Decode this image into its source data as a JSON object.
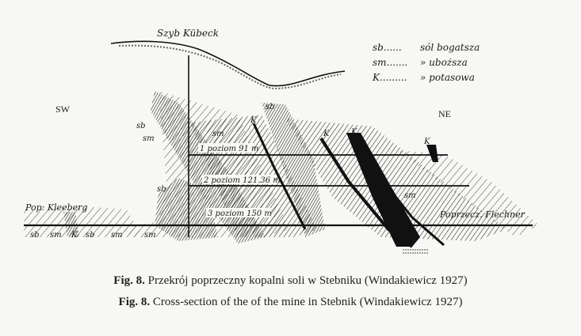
{
  "figure": {
    "shaft_label": "Szyb Kübeck",
    "legend": [
      {
        "code": "sb......",
        "meaning": "sól bogatsza"
      },
      {
        "code": "sm.......",
        "meaning": "» uboższa"
      },
      {
        "code": "K.........",
        "meaning": "» potasowa"
      }
    ],
    "direction_left": "SW",
    "direction_right": "NE",
    "levels": [
      "1 poziom 91 m",
      "2 poziom 121.36 m",
      "3 poziom 150 m"
    ],
    "left_crosscut": "Pop: Kleeberg",
    "right_crosscut": "Poprzecz. Flechner",
    "layer_labels": {
      "sb1": "sb",
      "sm1": "sm",
      "sb2": "sb",
      "sm2": "sm",
      "sb3": "sb",
      "sm3": "sm",
      "k1": "K",
      "k2": "K",
      "k3": "K",
      "k4": "K"
    },
    "bottom_labels": [
      "sb",
      "sm",
      "K",
      "sb",
      "sm",
      "sm"
    ]
  },
  "captions": {
    "pl_prefix": "Fig. 8.",
    "pl_text": " Przekrój poprzeczny kopalni soli w Stebniku (Windakiewicz 1927)",
    "en_prefix": "Fig. 8.",
    "en_text": " Cross-section of the of the mine in Stebnik (Windakiewicz 1927)"
  }
}
